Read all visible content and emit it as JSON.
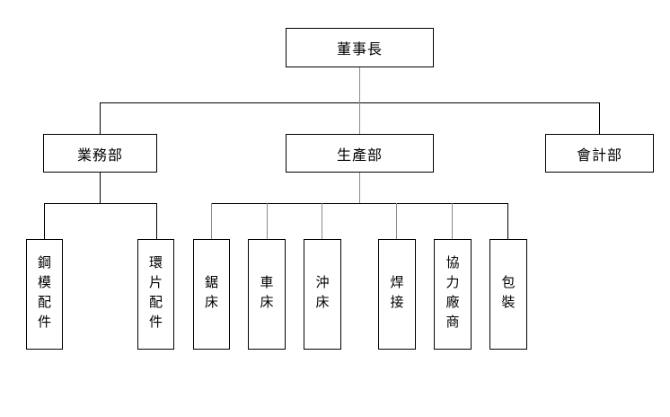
{
  "org_chart": {
    "root": "董事長",
    "departments": {
      "sales": "業務部",
      "production": "生產部",
      "accounting": "會計部"
    },
    "sales_units": [
      "鋼模配件",
      "環片配件"
    ],
    "production_units": [
      "鋸床",
      "車床",
      "沖床",
      "焊接",
      "協力廠商",
      "包裝"
    ]
  }
}
